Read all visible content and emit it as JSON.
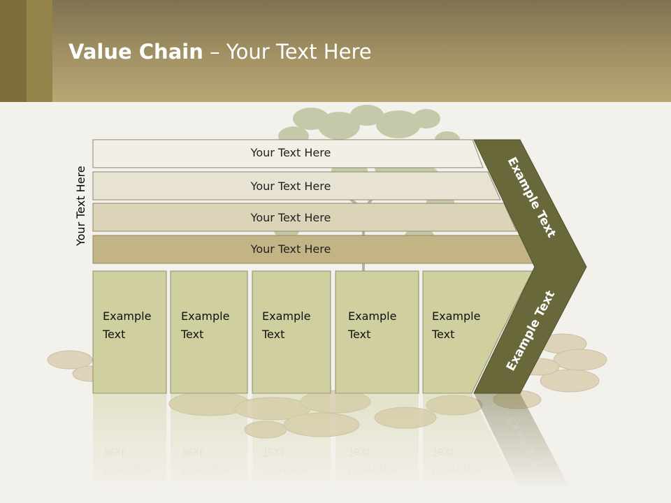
{
  "header": {
    "title_bold": "Value Chain",
    "title_rest": " – Your Text Here"
  },
  "side_label": "Your Text Here",
  "support_rows": [
    {
      "label": "Your Text Here",
      "fill": "#f1efe6"
    },
    {
      "label": "Your Text Here",
      "fill": "#e7e2d1"
    },
    {
      "label": "Your Text Here",
      "fill": "#dcd4b9"
    },
    {
      "label": "Your Text Here",
      "fill": "#c3b485"
    }
  ],
  "primary_columns": [
    {
      "line1": "Example",
      "line2": "Text"
    },
    {
      "line1": "Example",
      "line2": "Text"
    },
    {
      "line1": "Example",
      "line2": "Text"
    },
    {
      "line1": "Example",
      "line2": "Text"
    },
    {
      "line1": "Example",
      "line2": "Text"
    }
  ],
  "chevron": {
    "upper_label": "Example Text",
    "lower_label": "Example Text",
    "color": "#68683a"
  },
  "colors": {
    "column_fill": "#cfcf9f",
    "column_border": "#8d8c6c",
    "bar_border": "#8e8866"
  }
}
